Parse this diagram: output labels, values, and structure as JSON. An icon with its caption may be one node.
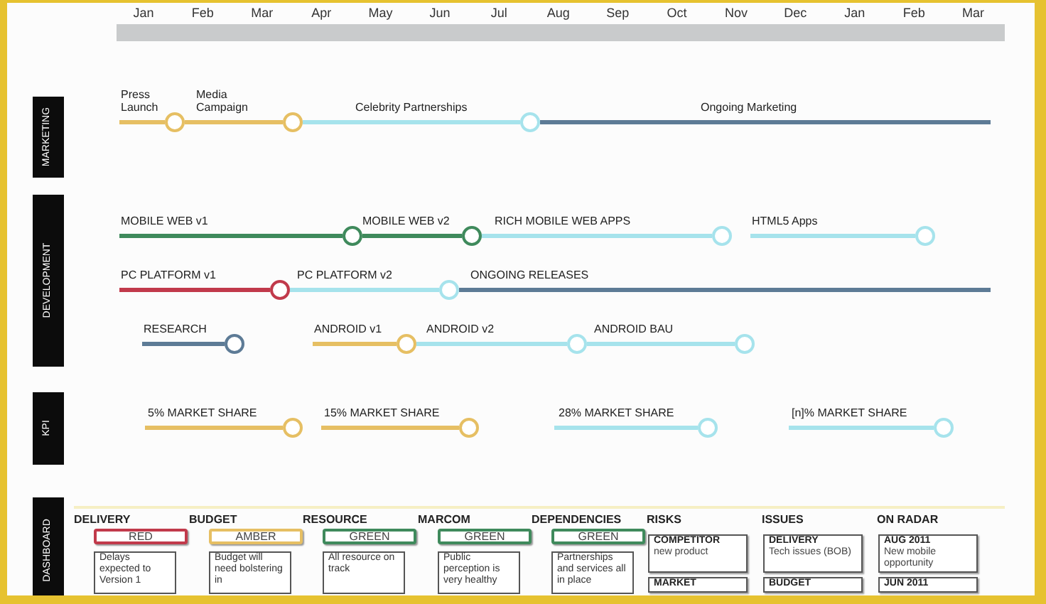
{
  "diagram": {
    "nodes": [
      {
        "text": [
          "MARKETING"
        ]
      },
      {
        "text": [],
        "shape": "circle"
      },
      {
        "text": [],
        "shape": "circle"
      },
      {
        "text": [],
        "shape": "circle"
      },
      {
        "text": [
          "DEVELOPMENT"
        ]
      },
      {
        "text": [],
        "shape": "circle"
      },
      {
        "text": [],
        "shape": "circle"
      },
      {
        "text": [],
        "shape": "circle"
      },
      {
        "text": [],
        "shape": "circle"
      },
      {
        "text": [],
        "shape": "circle"
      },
      {
        "text": [],
        "shape": "circle"
      },
      {
        "text": [],
        "shape": "circle"
      },
      {
        "text": [],
        "shape": "circle"
      },
      {
        "text": [],
        "shape": "circle"
      },
      {
        "text": [],
        "shape": "circle"
      },
      {
        "text": [
          "KPI"
        ]
      },
      {
        "text": [],
        "shape": "circle"
      },
      {
        "text": [],
        "shape": "circle"
      },
      {
        "text": [],
        "shape": "circle"
      },
      {
        "text": [],
        "shape": "circle"
      },
      {
        "text": [
          "DASHBOARD"
        ]
      },
      {
        "text": [
          "RED"
        ]
      },
      {
        "text": [
          "Delays expected to Version 1"
        ]
      },
      {
        "text": [
          "AMBER"
        ]
      },
      {
        "text": [
          "Budget will need bolstering in"
        ]
      },
      {
        "text": [
          "GREEN"
        ]
      },
      {
        "text": [
          "All resource on track"
        ]
      },
      {
        "text": [
          "GREEN"
        ]
      },
      {
        "text": [
          "Public perception is very healthy"
        ]
      },
      {
        "text": [
          "GREEN"
        ]
      },
      {
        "text": [
          "Partnerships and services all in place"
        ]
      },
      {
        "text": [
          "COMPETITOR",
          "new product"
        ]
      },
      {
        "text": [
          "MARKET"
        ]
      },
      {
        "text": [
          "DELIVERY",
          "Tech issues (BOB)"
        ]
      },
      {
        "text": [
          "BUDGET"
        ]
      },
      {
        "text": [
          "AUG 2011",
          "New mobile opportunity"
        ]
      },
      {
        "text": [
          "JUN 2011"
        ]
      }
    ],
    "edges": [
      {
        "from": null,
        "to": 1,
        "arrow": "none",
        "label": "Press Launch",
        "color": "#e6bf63"
      },
      {
        "from": 1,
        "to": 2,
        "arrow": "none",
        "label": "Media Campaign",
        "color": "#e6bf63"
      },
      {
        "from": 2,
        "to": 3,
        "arrow": "none",
        "label": "Celebrity Partnerships"
      },
      {
        "from": 3,
        "to": null,
        "arrow": "none",
        "label": "Ongoing Marketing",
        "color": "#5d7b96"
      },
      {
        "from": null,
        "to": 5,
        "arrow": "none",
        "label": "MOBILE WEB v1",
        "color": "#3f8a5c"
      },
      {
        "from": 5,
        "to": 6,
        "arrow": "none",
        "label": "MOBILE WEB v2",
        "color": "#3f8a5c"
      },
      {
        "from": 6,
        "to": 7,
        "arrow": "none",
        "label": "RICH MOBILE WEB APPS"
      },
      {
        "from": null,
        "to": 8,
        "arrow": "none",
        "label": "HTML5 Apps"
      },
      {
        "from": null,
        "to": 9,
        "arrow": "none",
        "label": "PC PLATFORM v1",
        "color": "#c13a4b"
      },
      {
        "from": 9,
        "to": 10,
        "arrow": "none",
        "label": "PC PLATFORM v2"
      },
      {
        "from": 10,
        "to": null,
        "arrow": "none",
        "label": "ONGOING RELEASES",
        "color": "#5d7b96"
      },
      {
        "from": null,
        "to": 11,
        "arrow": "none",
        "label": "RESEARCH",
        "color": "#5d7b96"
      },
      {
        "from": null,
        "to": 12,
        "arrow": "none",
        "label": "ANDROID v1",
        "color": "#e6bf63"
      },
      {
        "from": 12,
        "to": 13,
        "arrow": "none",
        "label": "ANDROID v2"
      },
      {
        "from": 13,
        "to": 14,
        "arrow": "none",
        "label": "ANDROID BAU"
      },
      {
        "from": null,
        "to": 16,
        "arrow": "none",
        "label": "5% MARKET SHARE",
        "color": "#e6bf63"
      },
      {
        "from": null,
        "to": 17,
        "arrow": "none",
        "label": "15% MARKET SHARE",
        "color": "#e6bf63"
      },
      {
        "from": null,
        "to": 18,
        "arrow": "none",
        "label": "28% MARKET SHARE"
      },
      {
        "from": null,
        "to": 19,
        "arrow": "none",
        "label": "[n]% MARKET SHARE"
      }
    ],
    "labels": [
      "Jan",
      "Feb",
      "Mar",
      "Apr",
      "May",
      "Jun",
      "Jul",
      "Aug",
      "Sep",
      "Oct",
      "Nov",
      "Dec",
      "Jan",
      "Feb",
      "Mar",
      "DELIVERY",
      "BUDGET",
      "RESOURCE",
      "MARCOM",
      "DEPENDENCIES",
      "RISKS",
      "ISSUES",
      "ON RADAR"
    ]
  }
}
